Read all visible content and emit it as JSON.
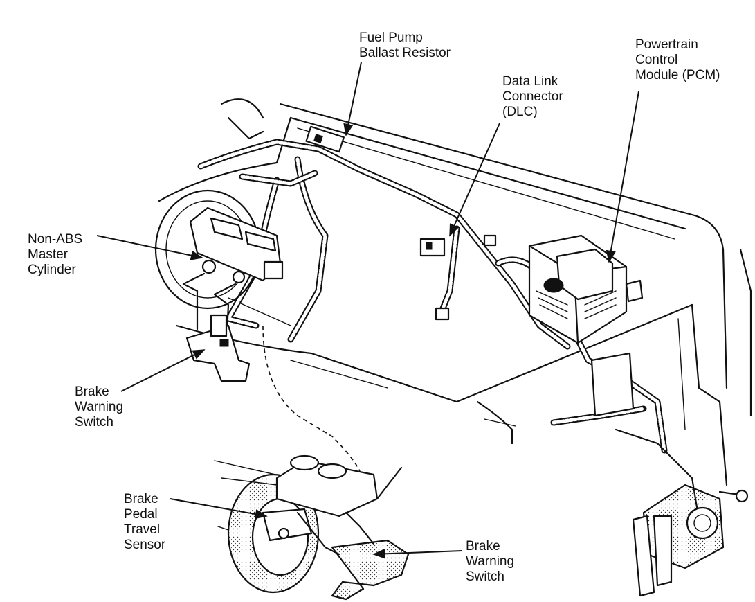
{
  "labels": {
    "fuel_pump_ballast_resistor": [
      "Fuel Pump",
      "Ballast Resistor"
    ],
    "data_link_connector": [
      "Data Link",
      "Connector",
      "(DLC)"
    ],
    "powertrain_control_module": [
      "Powertrain",
      "Control",
      "Module (PCM)"
    ],
    "non_abs_master_cylinder": [
      "Non-ABS",
      "Master",
      "Cylinder"
    ],
    "brake_warning_switch_upper": [
      "Brake",
      "Warning",
      "Switch"
    ],
    "brake_pedal_travel_sensor": [
      "Brake",
      "Pedal",
      "Travel",
      "Sensor"
    ],
    "brake_warning_switch_lower": [
      "Brake",
      "Warning",
      "Switch"
    ]
  }
}
